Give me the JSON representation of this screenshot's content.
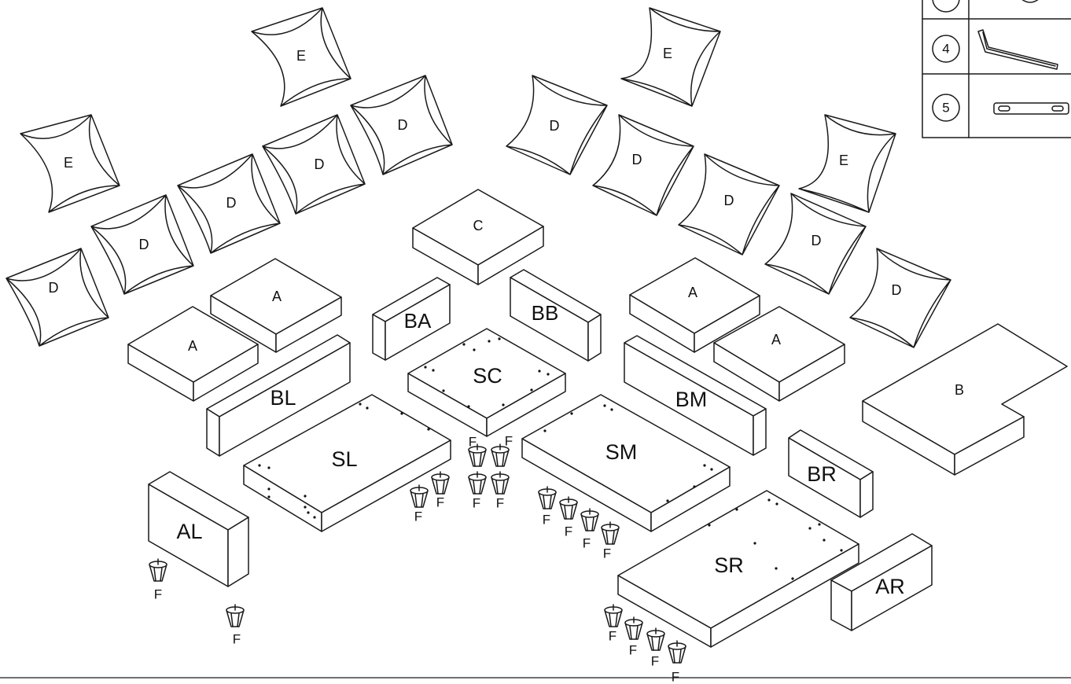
{
  "labels": {
    "A": "A",
    "B": "B",
    "C": "C",
    "D": "D",
    "E": "E",
    "F": "F",
    "AL": "AL",
    "AR": "AR",
    "BA": "BA",
    "BB": "BB",
    "BL": "BL",
    "BM": "BM",
    "BR": "BR",
    "SC": "SC",
    "SL": "SL",
    "SM": "SM",
    "SR": "SR"
  },
  "hardware_legend": [
    {
      "number": "4",
      "icon": "hex-key-icon"
    },
    {
      "number": "5",
      "icon": "connector-bracket-icon"
    }
  ]
}
